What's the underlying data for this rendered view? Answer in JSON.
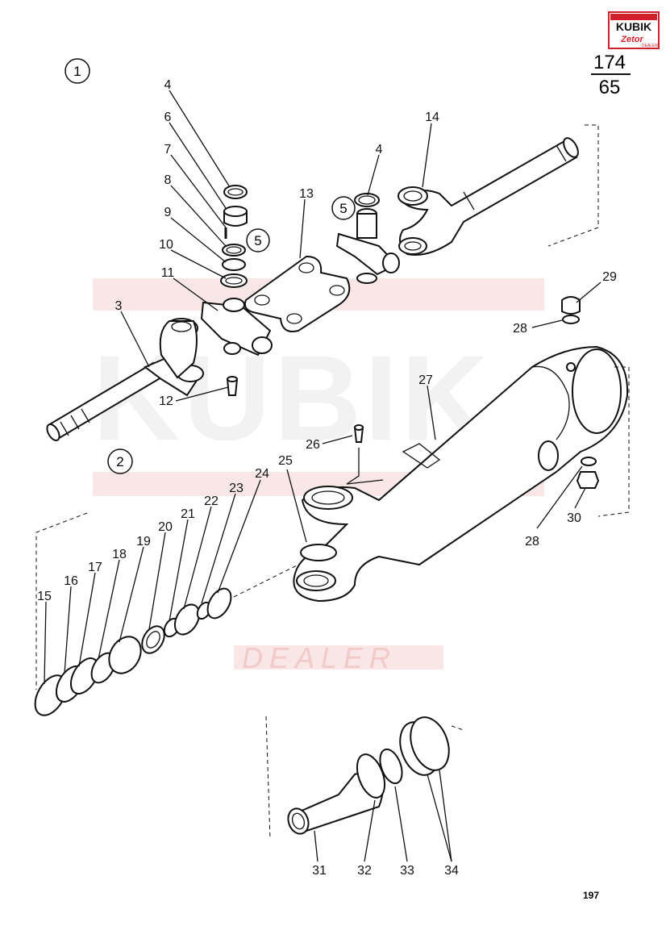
{
  "brand": {
    "logo_top": "KUBIK",
    "logo_bottom": "Zetor",
    "logo_sub": "DEALER"
  },
  "page_ref": {
    "numerator": "174",
    "denominator": "65"
  },
  "page_number": "197",
  "watermark": {
    "text": "KUBIK",
    "subtext": "DEALER"
  },
  "groups": [
    "1",
    "2"
  ],
  "circled_labels": [
    "5",
    "5"
  ],
  "callouts": [
    "3",
    "4",
    "4",
    "6",
    "7",
    "8",
    "9",
    "10",
    "11",
    "12",
    "13",
    "14",
    "15",
    "16",
    "17",
    "18",
    "19",
    "20",
    "21",
    "22",
    "23",
    "24",
    "25",
    "26",
    "27",
    "28",
    "28",
    "29",
    "30",
    "31",
    "32",
    "33",
    "34"
  ],
  "colors": {
    "brand_red": "#d0202a",
    "ink": "#111111",
    "watermark": "#f2c7c7"
  }
}
